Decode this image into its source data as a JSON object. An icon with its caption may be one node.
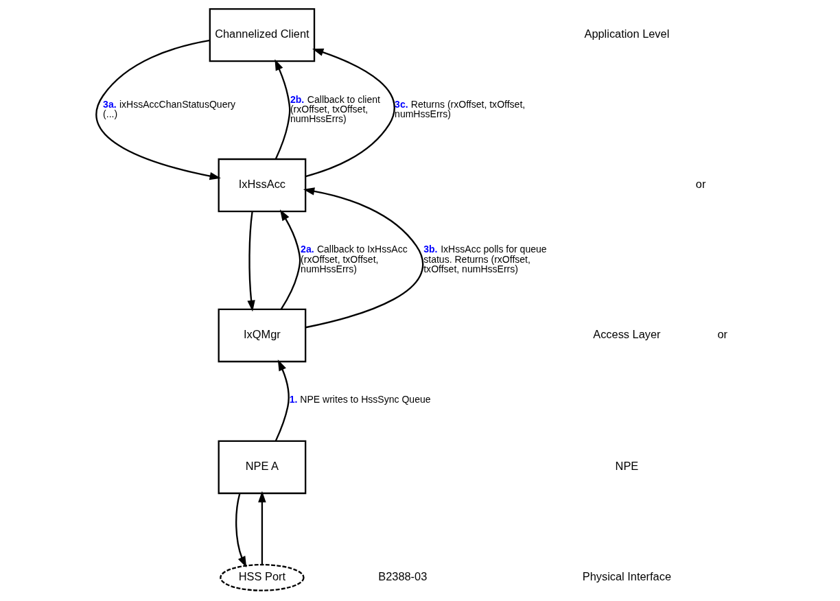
{
  "diagram": {
    "nodes": [
      {
        "text": [
          "Channelized Client"
        ]
      },
      {
        "text": [
          "IxHssAcc"
        ]
      },
      {
        "text": [
          "IxQMgr"
        ]
      },
      {
        "text": [
          "NPE A"
        ]
      },
      {
        "text": [
          "HSS Port"
        ]
      }
    ],
    "edges": [
      {
        "from": 1,
        "to": 0,
        "arrow": "to",
        "label": "2b. Callback to client (rxOffset, txOffset, numHssErrs)"
      },
      {
        "from": 0,
        "to": 1,
        "arrow": "to",
        "label": "3a. ixHssAccChanStatusQuery (...)"
      },
      {
        "from": 1,
        "to": 0,
        "arrow": "to",
        "label": "3c. Returns (rxOffset, txOffset, numHssErrs)"
      },
      {
        "from": 2,
        "to": 1,
        "arrow": "to",
        "label": "2a. Callback to IxHssAcc (rxOffset, txOffset, numHssErrs)"
      },
      {
        "from": 1,
        "to": 2,
        "arrow": "to"
      },
      {
        "from": 2,
        "to": 1,
        "arrow": "to",
        "label": "3b. IxHssAcc polls for queue status. Returns (rxOffset, txOffset, numHssErrs)"
      },
      {
        "from": 3,
        "to": 2,
        "arrow": "to",
        "label": "1. NPE writes to HssSync Queue"
      },
      {
        "from": 3,
        "to": 4,
        "arrow": "to"
      },
      {
        "from": 4,
        "to": 3,
        "arrow": "to"
      }
    ],
    "labels": [
      "Application Level",
      "or",
      "or",
      "Access Layer",
      "NPE",
      "Physical Interface",
      "B2388-03"
    ]
  }
}
